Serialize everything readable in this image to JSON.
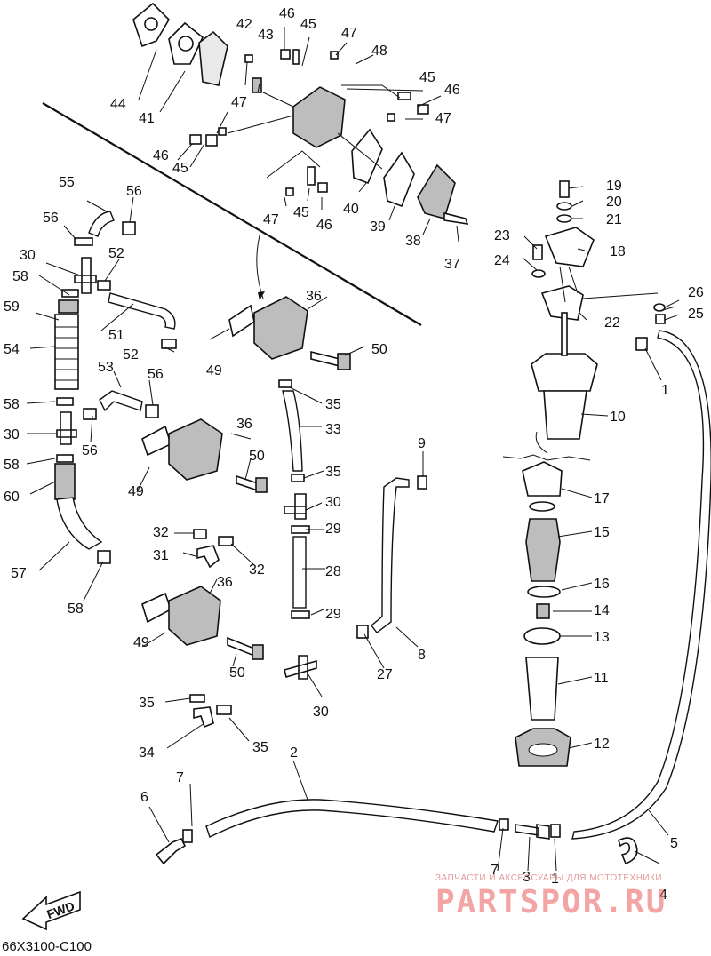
{
  "diagram": {
    "code": "66X3100-C100",
    "fwd_label": "FWD",
    "watermark": {
      "caption": "ЗАПЧАСТИ И АКСЕССУАРЫ ДЛЯ МОТОТЕХНИКИ",
      "brand": "PARTSPOR.RU"
    },
    "callouts": {
      "c1a": "1",
      "c1b": "1",
      "c2": "2",
      "c3": "3",
      "c4": "4",
      "c5": "5",
      "c6": "6",
      "c7a": "7",
      "c7b": "7",
      "c8": "8",
      "c9": "9",
      "c10": "10",
      "c11": "11",
      "c12": "12",
      "c13": "13",
      "c14": "14",
      "c15": "15",
      "c16": "16",
      "c17": "17",
      "c18": "18",
      "c19": "19",
      "c20": "20",
      "c21": "21",
      "c22": "22",
      "c23": "23",
      "c24": "24",
      "c25": "25",
      "c26": "26",
      "c27": "27",
      "c28": "28",
      "c29a": "29",
      "c29b": "29",
      "c30a": "30",
      "c30b": "30",
      "c30c": "30",
      "c30d": "30",
      "c31": "31",
      "c32a": "32",
      "c32b": "32",
      "c33": "33",
      "c34": "34",
      "c35a": "35",
      "c35b": "35",
      "c35c": "35",
      "c35d": "35",
      "c36a": "36",
      "c36b": "36",
      "c36c": "36",
      "c37": "37",
      "c38": "38",
      "c39": "39",
      "c40": "40",
      "c41": "41",
      "c42": "42",
      "c43": "43",
      "c44": "44",
      "c45a": "45",
      "c45b": "45",
      "c45c": "45",
      "c45d": "45",
      "c46a": "46",
      "c46b": "46",
      "c46c": "46",
      "c46d": "46",
      "c47a": "47",
      "c47b": "47",
      "c47c": "47",
      "c47d": "47",
      "c48": "48",
      "c49a": "49",
      "c49b": "49",
      "c49c": "49",
      "c50a": "50",
      "c50b": "50",
      "c50c": "50",
      "c51": "51",
      "c52a": "52",
      "c52b": "52",
      "c53": "53",
      "c54": "54",
      "c55": "55",
      "c56a": "56",
      "c56b": "56",
      "c56c": "56",
      "c56d": "56",
      "c57": "57",
      "c58a": "58",
      "c58b": "58",
      "c58c": "58",
      "c58d": "58",
      "c59": "59",
      "c60": "60"
    }
  }
}
